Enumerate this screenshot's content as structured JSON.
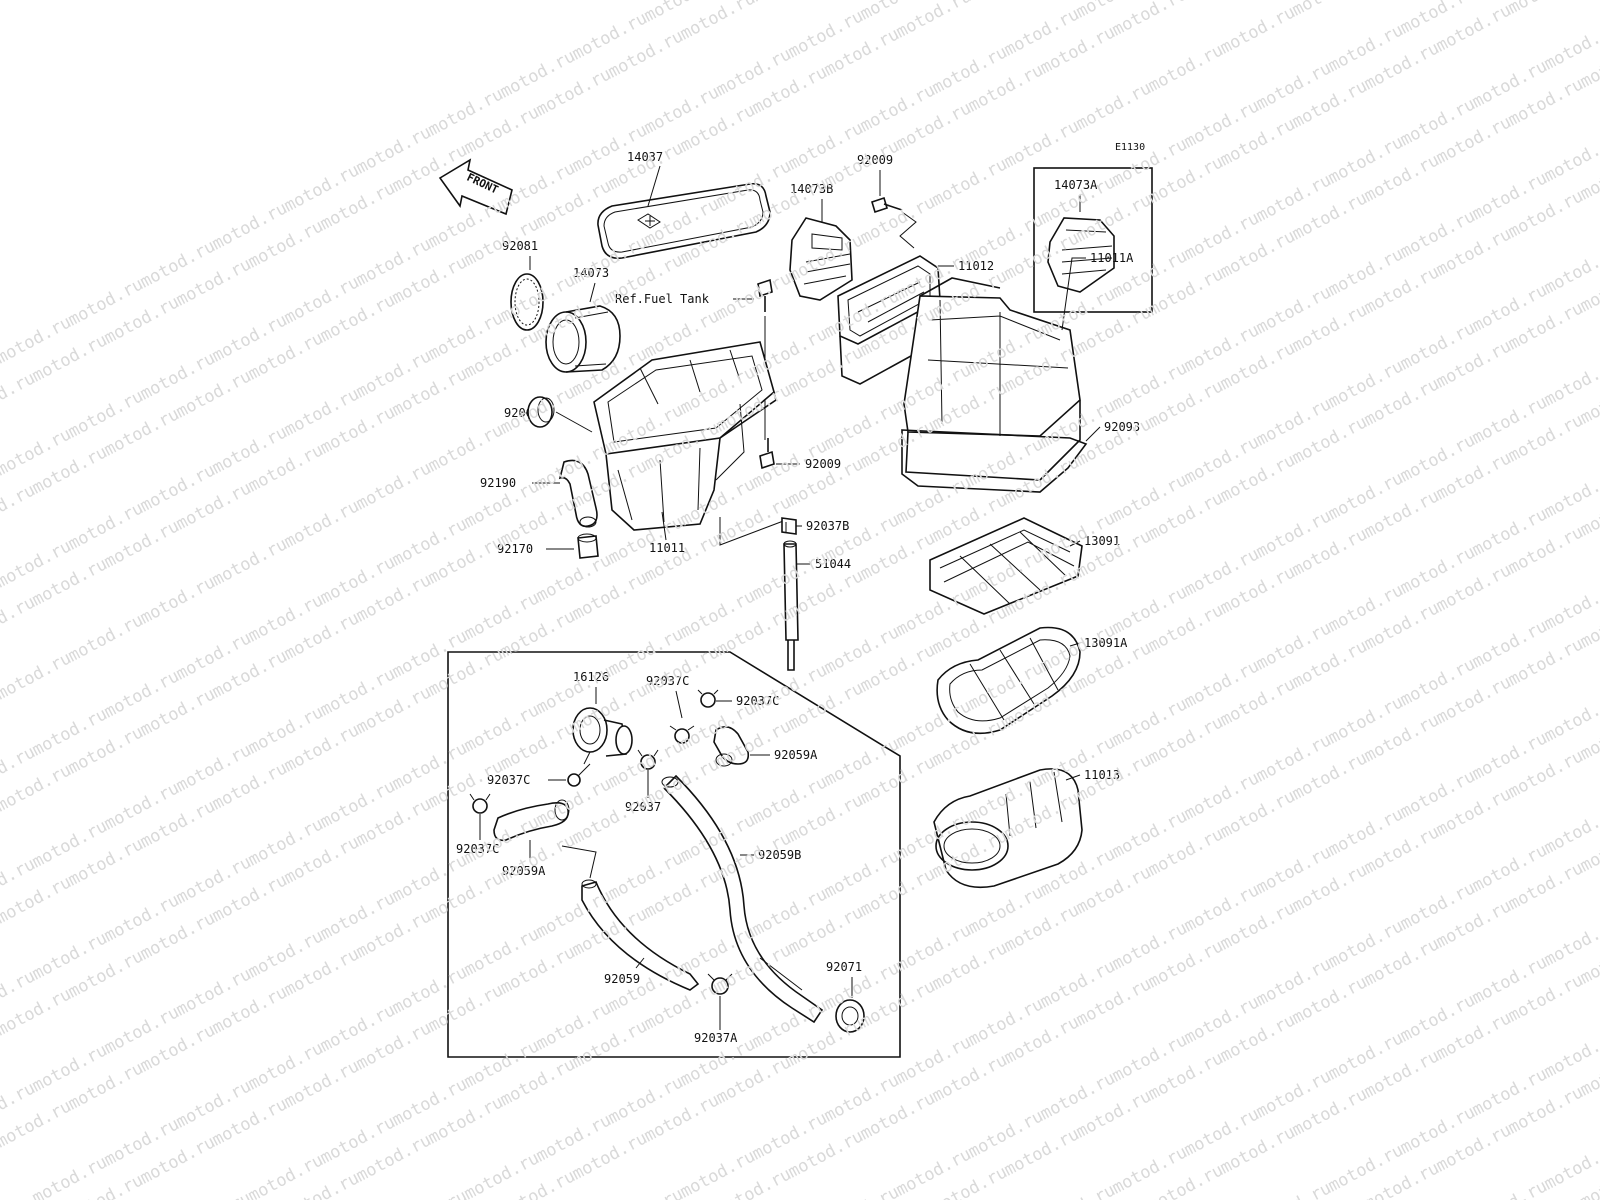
{
  "diagram": {
    "code": "E1130",
    "front_arrow": "FRONT",
    "watermark": "motod.ru",
    "labels": {
      "p14037": "14037",
      "p92081": "92081",
      "p14073": "14073",
      "p14073B": "14073B",
      "p92009_top": "92009",
      "p14073A": "14073A",
      "p11012": "11012",
      "ref_fuel_tank": "Ref.Fuel Tank",
      "p11011A": "11011A",
      "p92066": "92066",
      "p92093": "92093",
      "p92190": "92190",
      "p92009_mid": "92009",
      "p92037B": "92037B",
      "p92170": "92170",
      "p11011": "11011",
      "p51044": "51044",
      "p13091": "13091",
      "p13091A": "13091A",
      "p16126": "16126",
      "p92037C_a": "92037C",
      "p92037C_b": "92037C",
      "p92059A_a": "92059A",
      "p92037C_c": "92037C",
      "p92037": "92037",
      "p92037C_d": "92037C",
      "p92059A_b": "92059A",
      "p92059B": "92059B",
      "p11013": "11013",
      "p92059": "92059",
      "p92071": "92071",
      "p92037A": "92037A"
    }
  }
}
